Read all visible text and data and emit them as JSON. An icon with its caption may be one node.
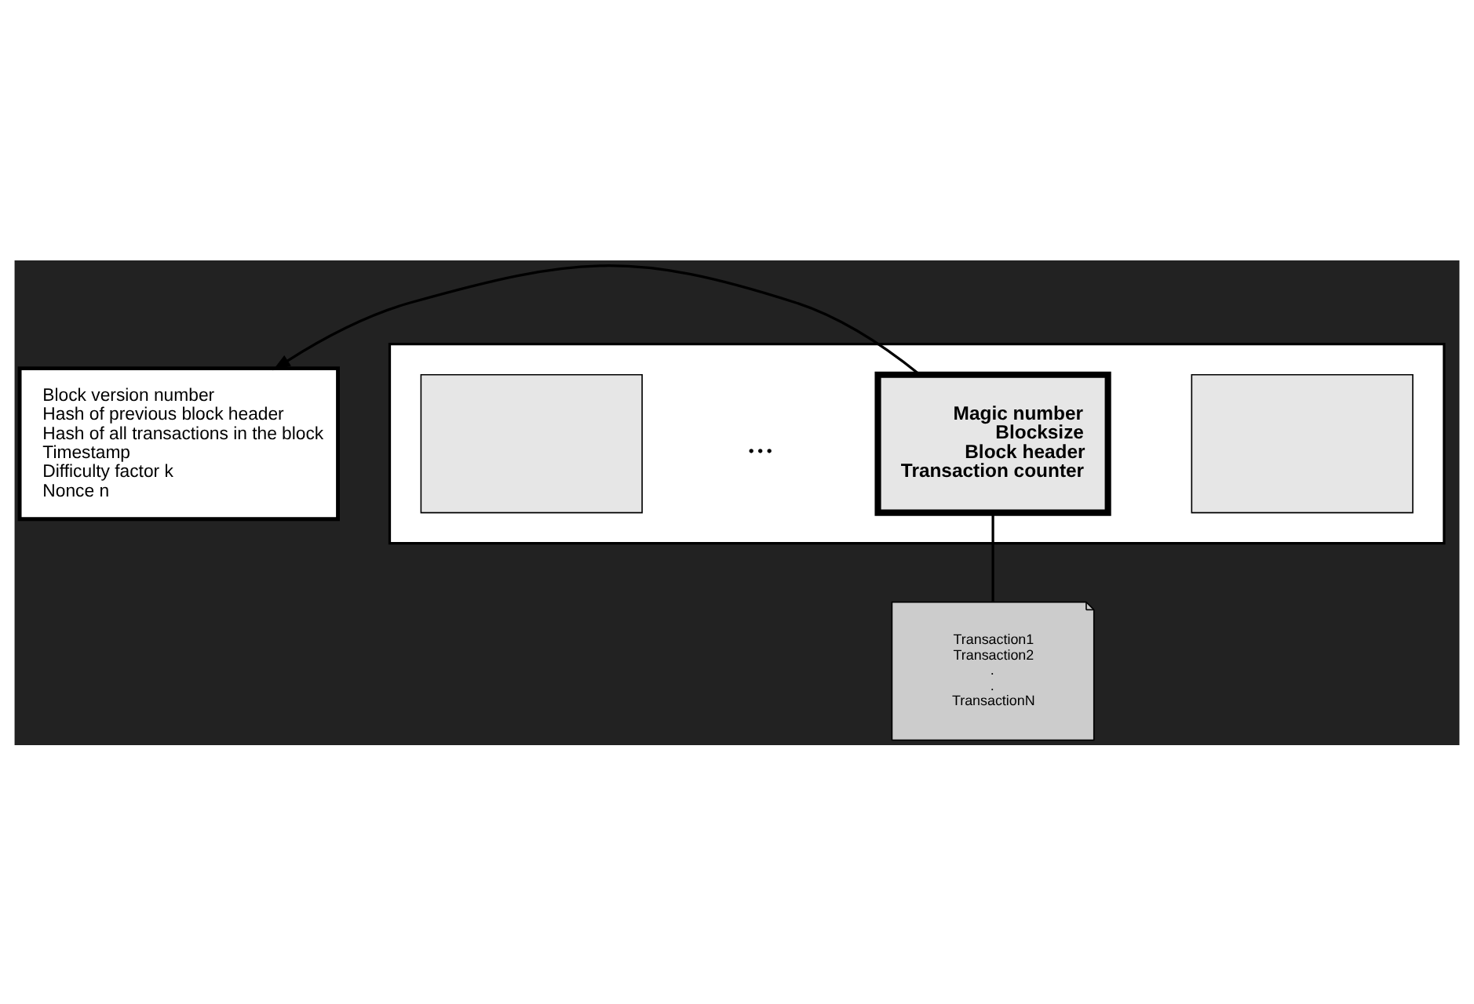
{
  "diagram": {
    "nodes": [
      {
        "text": [
          "Block version number",
          "Hash of previous block header",
          "Hash of all transactions in the block",
          "Timestamp",
          "Difficulty factor k",
          "Nonce n"
        ]
      },
      {
        "text": [],
        "shape": "box"
      },
      {
        "text": [],
        "shape": "box",
        "in": 1
      },
      {
        "text": [
          "Magic number",
          "Blocksize",
          "Block header",
          "Transaction counter"
        ],
        "in": 1
      },
      {
        "text": [],
        "shape": "box",
        "in": 1
      },
      {
        "text": [
          "Transaction1",
          "Transaction2",
          ".",
          ".",
          "TransactionN"
        ]
      }
    ],
    "edges": [
      {
        "from": 3,
        "to": 0,
        "arrow": "to"
      },
      {
        "from": 3,
        "to": 5,
        "arrow": "none"
      }
    ],
    "labels": [
      "..."
    ]
  }
}
